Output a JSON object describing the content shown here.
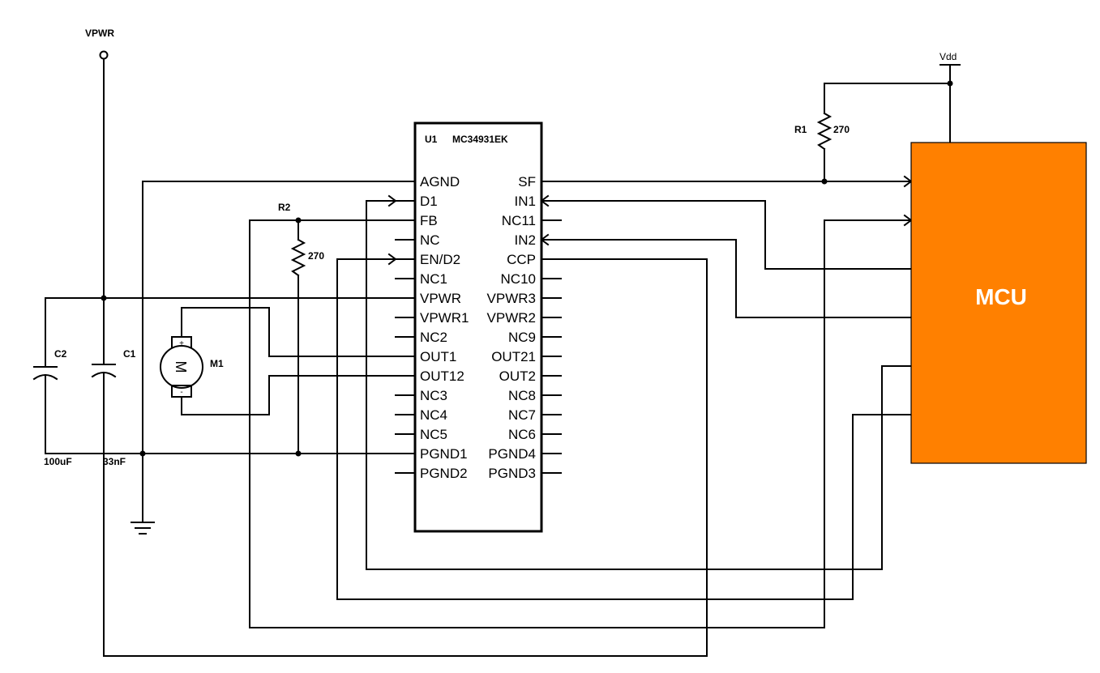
{
  "power": {
    "vpwr_label": "VPWR",
    "vdd_label": "Vdd"
  },
  "ic": {
    "ref": "U1",
    "part": "MC34931EK",
    "left_pins": [
      "AGND",
      "D1",
      "FB",
      "NC",
      "EN/D2",
      "NC1",
      "VPWR",
      "VPWR1",
      "NC2",
      "OUT1",
      "OUT12",
      "NC3",
      "NC4",
      "NC5",
      "PGND1",
      "PGND2"
    ],
    "right_pins": [
      "SF",
      "IN1",
      "NC11",
      "IN2",
      "CCP",
      "NC10",
      "VPWR3",
      "VPWR2",
      "NC9",
      "OUT21",
      "OUT2",
      "NC8",
      "NC7",
      "NC6",
      "PGND4",
      "PGND3"
    ]
  },
  "components": {
    "r1": {
      "ref": "R1",
      "value": "270"
    },
    "r2": {
      "ref": "R2",
      "value": "270"
    },
    "c1": {
      "ref": "C1",
      "value": "33nF"
    },
    "c2": {
      "ref": "C2",
      "value": "100uF"
    },
    "m1": {
      "ref": "M1",
      "symbol": "M",
      "plus": "+",
      "minus": "-"
    }
  },
  "mcu": {
    "label": "MCU",
    "color": "#FF8000"
  }
}
